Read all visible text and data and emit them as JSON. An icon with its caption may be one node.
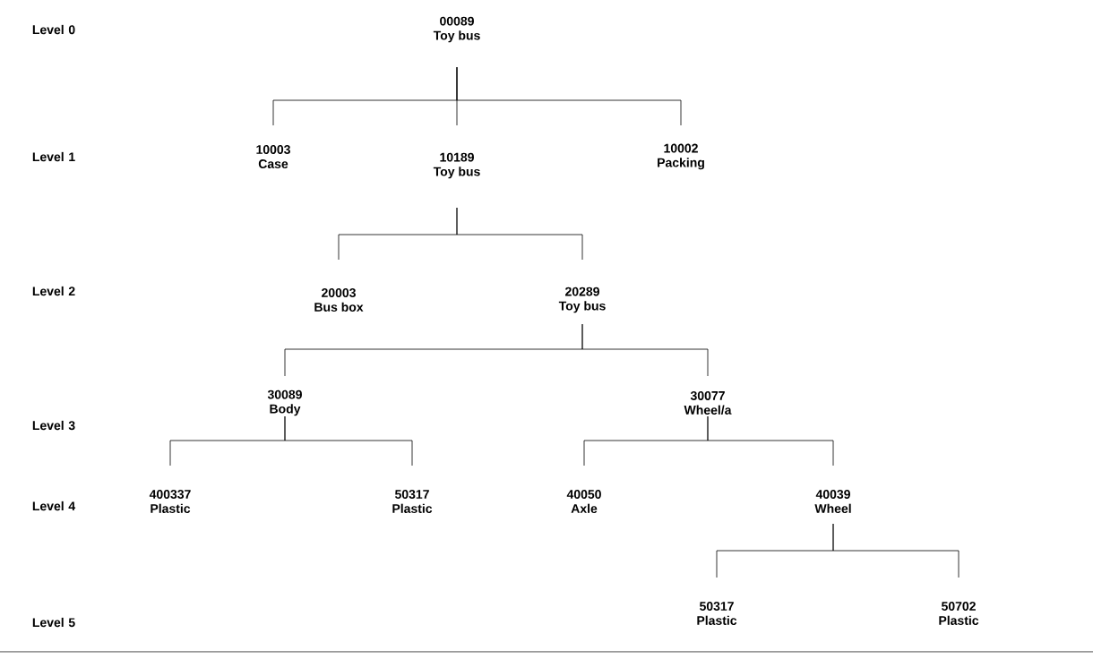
{
  "diagram": {
    "nodes": [
      {
        "text": [
          "00089",
          "Toy bus"
        ]
      },
      {
        "text": [
          "10003",
          "Case"
        ]
      },
      {
        "text": [
          "10189",
          "Toy bus"
        ]
      },
      {
        "text": [
          "10002",
          "Packing"
        ]
      },
      {
        "text": [
          "20003",
          "Bus box"
        ]
      },
      {
        "text": [
          "20289",
          "Toy bus"
        ]
      },
      {
        "text": [
          "30089",
          "Body"
        ]
      },
      {
        "text": [
          "30077",
          "Wheel/a"
        ]
      },
      {
        "text": [
          "400337",
          "Plastic"
        ]
      },
      {
        "text": [
          "50317",
          "Plastic"
        ]
      },
      {
        "text": [
          "40050",
          "Axle"
        ]
      },
      {
        "text": [
          "40039",
          "Wheel"
        ]
      },
      {
        "text": [
          "50317",
          "Plastic"
        ]
      },
      {
        "text": [
          "50702",
          "Plastic"
        ]
      }
    ],
    "edges": [
      {
        "from": 0,
        "to": 1,
        "arrow": "none"
      },
      {
        "from": 0,
        "to": 2,
        "arrow": "none"
      },
      {
        "from": 0,
        "to": 3,
        "arrow": "none"
      },
      {
        "from": 2,
        "to": 4,
        "arrow": "none"
      },
      {
        "from": 2,
        "to": 5,
        "arrow": "none"
      },
      {
        "from": 5,
        "to": 6,
        "arrow": "none"
      },
      {
        "from": 5,
        "to": 7,
        "arrow": "none"
      },
      {
        "from": 6,
        "to": 8,
        "arrow": "none"
      },
      {
        "from": 6,
        "to": 9,
        "arrow": "none"
      },
      {
        "from": 7,
        "to": 10,
        "arrow": "none"
      },
      {
        "from": 7,
        "to": 11,
        "arrow": "none"
      },
      {
        "from": 11,
        "to": 12,
        "arrow": "none"
      },
      {
        "from": 11,
        "to": 13,
        "arrow": "none"
      }
    ],
    "labels": [
      "Level 0",
      "Level 1",
      "Level 2",
      "Level 3",
      "Level 4",
      "Level 5"
    ]
  }
}
